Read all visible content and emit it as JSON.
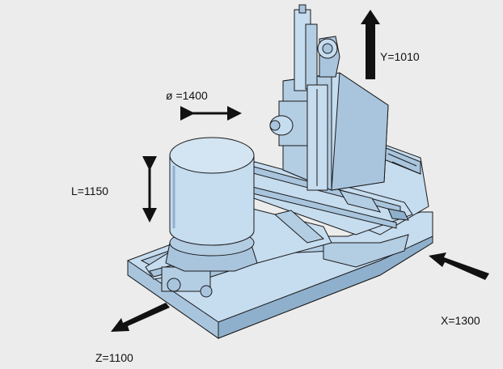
{
  "labels": {
    "diameter": "ø =1400",
    "length": "L=1150",
    "x_axis": "X=1300",
    "y_axis": "Y=1010",
    "z_axis": "Z=1100"
  },
  "colors": {
    "background": "#ececec",
    "machine_fill": "#c6dcef",
    "machine_shade": "#a9c5de",
    "machine_dark": "#8fb0cc",
    "outline": "#1a1a1a"
  },
  "icons": [
    "double-arrow-icon",
    "direction-arrow-icon"
  ]
}
